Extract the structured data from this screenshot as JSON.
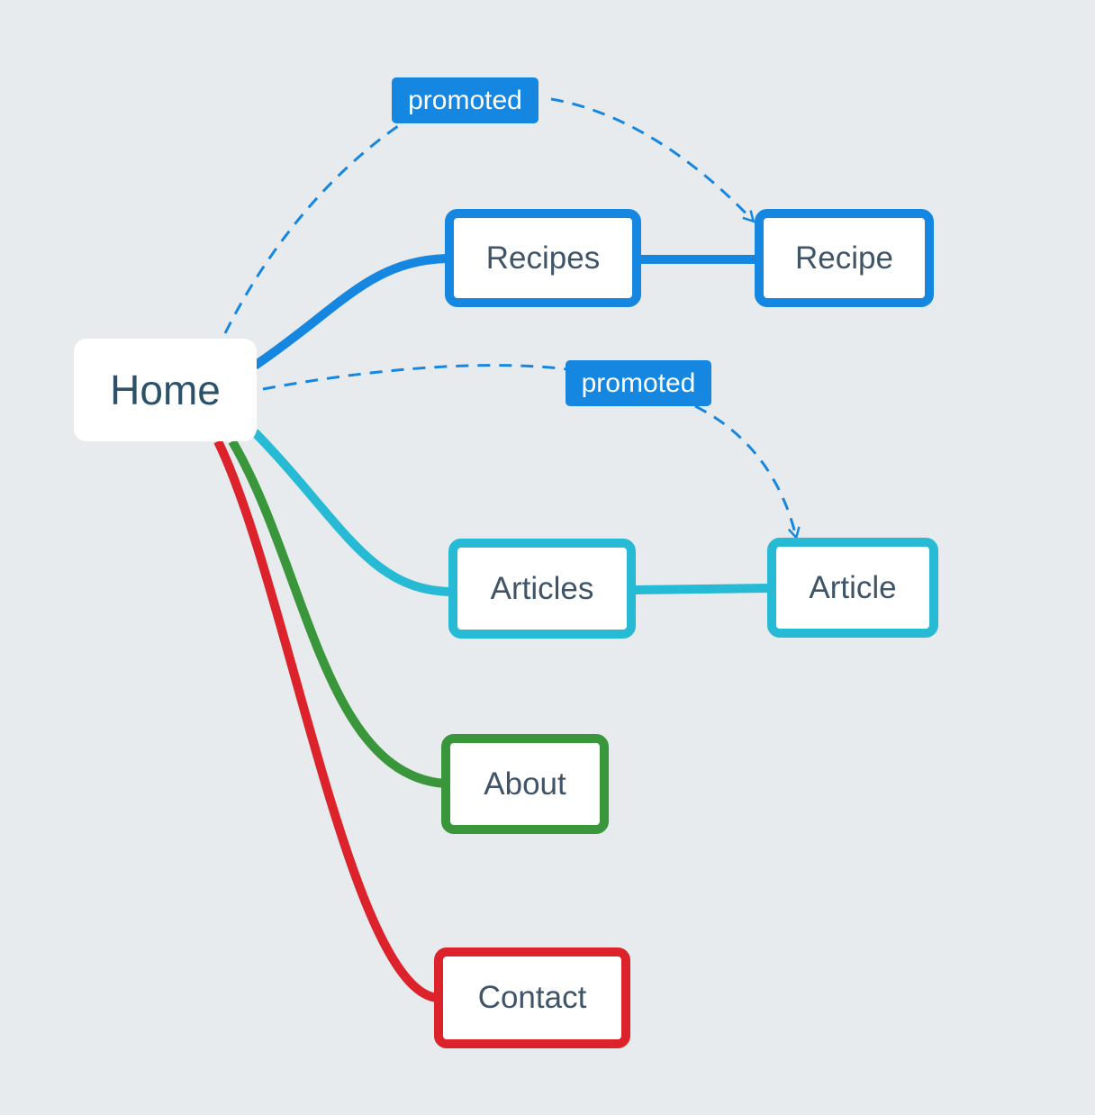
{
  "nodes": {
    "home": "Home",
    "recipes": "Recipes",
    "recipe": "Recipe",
    "articles": "Articles",
    "article": "Article",
    "about": "About",
    "contact": "Contact"
  },
  "edges": [
    {
      "from": "home",
      "to": "recipes",
      "color": "#1687e0"
    },
    {
      "from": "recipes",
      "to": "recipe",
      "color": "#1687e0"
    },
    {
      "from": "home",
      "to": "articles",
      "color": "#27bad5"
    },
    {
      "from": "articles",
      "to": "article",
      "color": "#27bad5"
    },
    {
      "from": "home",
      "to": "about",
      "color": "#3a963a"
    },
    {
      "from": "home",
      "to": "contact",
      "color": "#dc222a"
    }
  ],
  "promoted_links": [
    {
      "from": "home",
      "to": "recipe",
      "label": "promoted",
      "color": "#1687e0",
      "style": "dashed-arrow"
    },
    {
      "from": "home",
      "to": "article",
      "label": "promoted",
      "color": "#1687e0",
      "style": "dashed-arrow"
    }
  ],
  "colors": {
    "background": "#e8ebee",
    "recipes_branch": "#1687e0",
    "articles_branch": "#27bad5",
    "about_branch": "#3a963a",
    "contact_branch": "#dc222a",
    "node_text": "#3f5467",
    "home_text": "#2c5269"
  }
}
